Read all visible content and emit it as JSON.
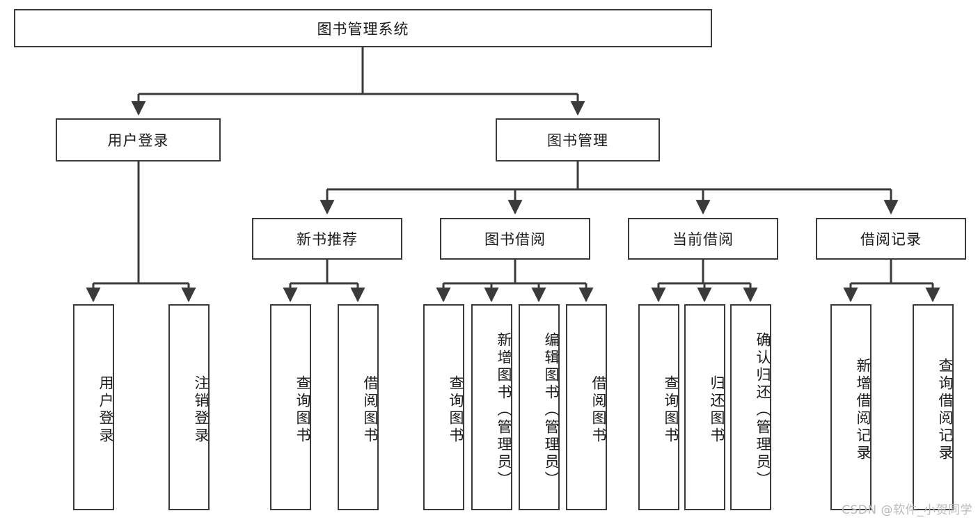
{
  "diagram": {
    "title": "图书管理系统",
    "root": {
      "label": "图书管理系统"
    },
    "level2": [
      {
        "label": "用户登录"
      },
      {
        "label": "图书管理"
      }
    ],
    "level3": [
      {
        "label": "新书推荐"
      },
      {
        "label": "图书借阅"
      },
      {
        "label": "当前借阅"
      },
      {
        "label": "借阅记录"
      }
    ],
    "leaves": {
      "user_login": [
        {
          "label": "用户登录"
        },
        {
          "label": "注销登录"
        }
      ],
      "new_book_recommend": [
        {
          "label": "查询图书"
        },
        {
          "label": "借阅图书"
        }
      ],
      "book_borrow": [
        {
          "label": "查询图书"
        },
        {
          "label": "新增图书（管理员）"
        },
        {
          "label": "编辑图书（管理员）"
        },
        {
          "label": "借阅图书"
        }
      ],
      "current_borrow": [
        {
          "label": "查询图书"
        },
        {
          "label": "归还图书"
        },
        {
          "label": "确认归还（管理员）"
        }
      ],
      "borrow_record": [
        {
          "label": "新增借阅记录"
        },
        {
          "label": "查询借阅记录"
        }
      ]
    }
  },
  "watermark": {
    "text": "CSDN @软件_小贺同学"
  },
  "colors": {
    "stroke": "#3a3a3a",
    "text": "#1b1b1b",
    "background": "#ffffff",
    "watermark": "#b9b9b9"
  }
}
